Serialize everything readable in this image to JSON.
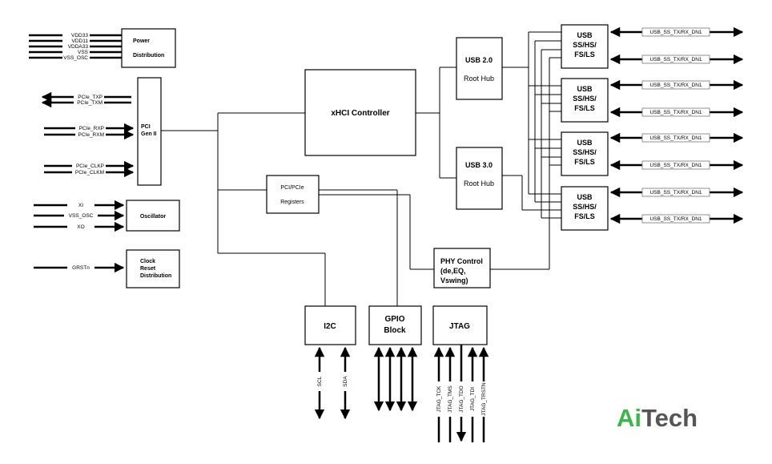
{
  "power": {
    "label1": "Power",
    "label2": "Distribution",
    "pins": [
      "VDD33",
      "VDD11",
      "VDDA33",
      "VSS",
      "VSS_OSC"
    ]
  },
  "pci": {
    "label1": "PCI",
    "label2": "Gen II",
    "pins": [
      "PCIe_TXP",
      "PCIe_TXM",
      "PCIe_RXP",
      "PCIe_RXM",
      "PCIe_CLKP",
      "PCIe_CLKM"
    ]
  },
  "oscillator": {
    "label": "Oscillator",
    "pins": [
      "XI",
      "VSS_OSC",
      "XO"
    ]
  },
  "clock": {
    "label1": "Clock",
    "label2": "Reset",
    "label3": "Distribution",
    "pin": "GRSTn"
  },
  "xhci": {
    "label": "xHCI Controller"
  },
  "registers": {
    "label1": "PCI/PCIe",
    "label2": "Registers"
  },
  "hub20": {
    "label1": "USB 2.0",
    "label2": "Root Hub"
  },
  "hub30": {
    "label1": "USB 3.0",
    "label2": "Root Hub"
  },
  "phy": {
    "label1": "PHY Control",
    "label2": "(de,EQ,",
    "label3": "Vswing)"
  },
  "usb_ports": [
    {
      "l1": "USB",
      "l2": "SS/HS/",
      "l3": "FS/LS",
      "sig_a": "USB_SS_TX/RX_DN1",
      "sig_b": "USB_SS_TX/RX_DN1"
    },
    {
      "l1": "USB",
      "l2": "SS/HS/",
      "l3": "FS/LS",
      "sig_a": "USB_SS_TX/RX_DN1",
      "sig_b": "USB_SS_TX/RX_DN1"
    },
    {
      "l1": "USB",
      "l2": "SS/HS/",
      "l3": "FS/LS",
      "sig_a": "USB_SS_TX/RX_DN1",
      "sig_b": "USB_SS_TX/RX_DN1"
    },
    {
      "l1": "USB",
      "l2": "SS/HS/",
      "l3": "FS/LS",
      "sig_a": "USB_SS_TX/RX_DN1",
      "sig_b": "USB_SS_TX/RX_DN1"
    }
  ],
  "i2c": {
    "label": "I2C",
    "pins": [
      "SCL",
      "SDA"
    ]
  },
  "gpio": {
    "label1": "GPIO",
    "label2": "Block"
  },
  "jtag": {
    "label": "JTAG",
    "pins": [
      "JTAG_TCK",
      "JTAG_TMS",
      "JTAG_TDO",
      "JTAG_TDI",
      "JTAG_TRSTN"
    ]
  },
  "brand": {
    "part1": "Ai",
    "part2": "Tech",
    "color1": "#3cb54a",
    "color2": "#555555"
  }
}
